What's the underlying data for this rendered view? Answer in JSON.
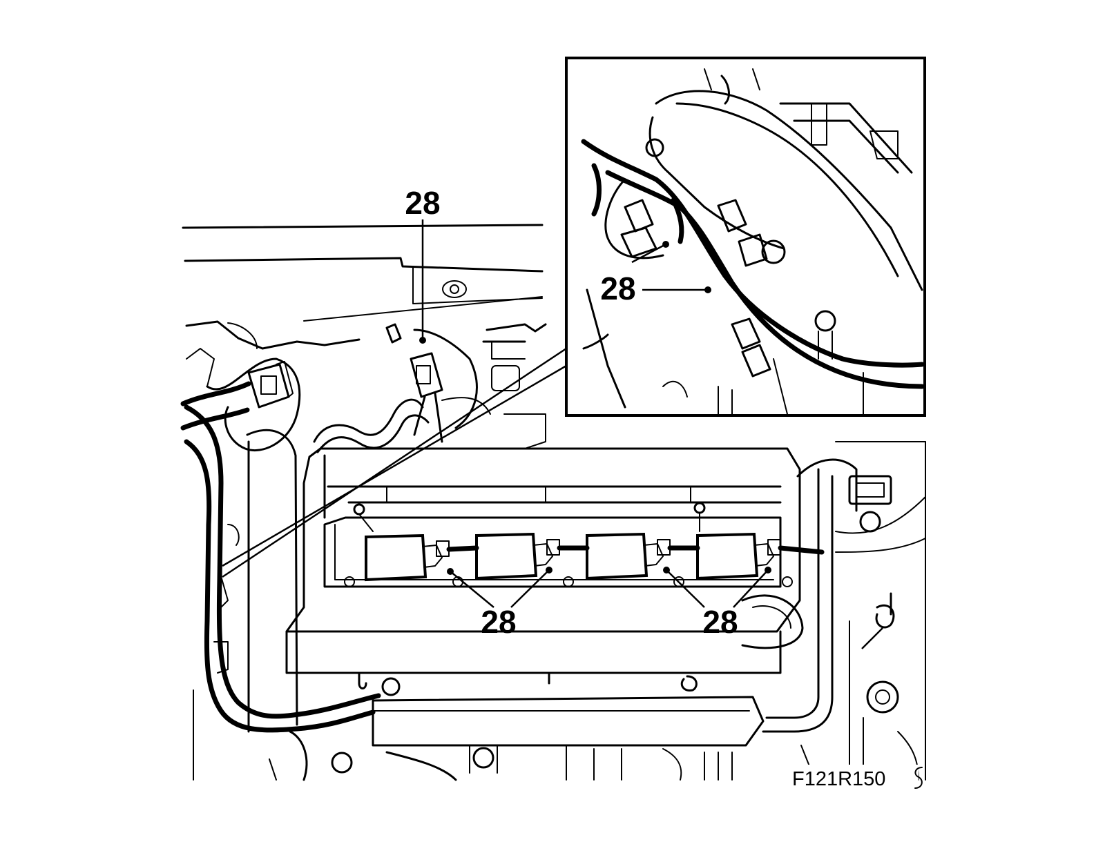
{
  "figure": {
    "code": "F121R150",
    "callouts": {
      "top": "28",
      "inset": "28",
      "bottom_left": "28",
      "bottom_right": "28"
    }
  },
  "colors": {
    "line": "#000000",
    "background": "#ffffff"
  }
}
